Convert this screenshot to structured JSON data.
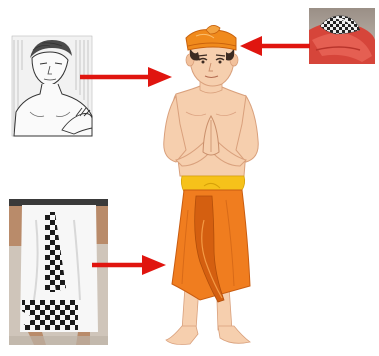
{
  "figure": {
    "description_visible_text": "",
    "colors": {
      "arrow": "#e0150f",
      "skin": "#f6cfae",
      "skin_shadow": "#e4a985",
      "udeng": "#f08a1c",
      "udeng_shadow": "#c8610c",
      "sash": "#f6c21a",
      "sarong": "#f07d1f",
      "sarong_dark": "#d45f10",
      "hair": "#3c2b22",
      "sketch_bg": "#f2f2f2",
      "photo_bg_top": "#3a3a3a",
      "photo_bg_fabric": "#f7f7f7",
      "check_dark": "#1b1b1b",
      "cloth_red": "#d6453a"
    },
    "elements": [
      {
        "id": "sketch-man",
        "kind": "illustration"
      },
      {
        "id": "headcloth-photo",
        "kind": "photo"
      },
      {
        "id": "sarong-photo",
        "kind": "photo"
      },
      {
        "id": "balinese-man",
        "kind": "illustration"
      }
    ],
    "arrows": [
      {
        "from": "sketch-man",
        "to": "balinese-man-face"
      },
      {
        "from": "headcloth-photo",
        "to": "balinese-man-udeng"
      },
      {
        "from": "sarong-photo",
        "to": "balinese-man-sarong"
      }
    ]
  }
}
